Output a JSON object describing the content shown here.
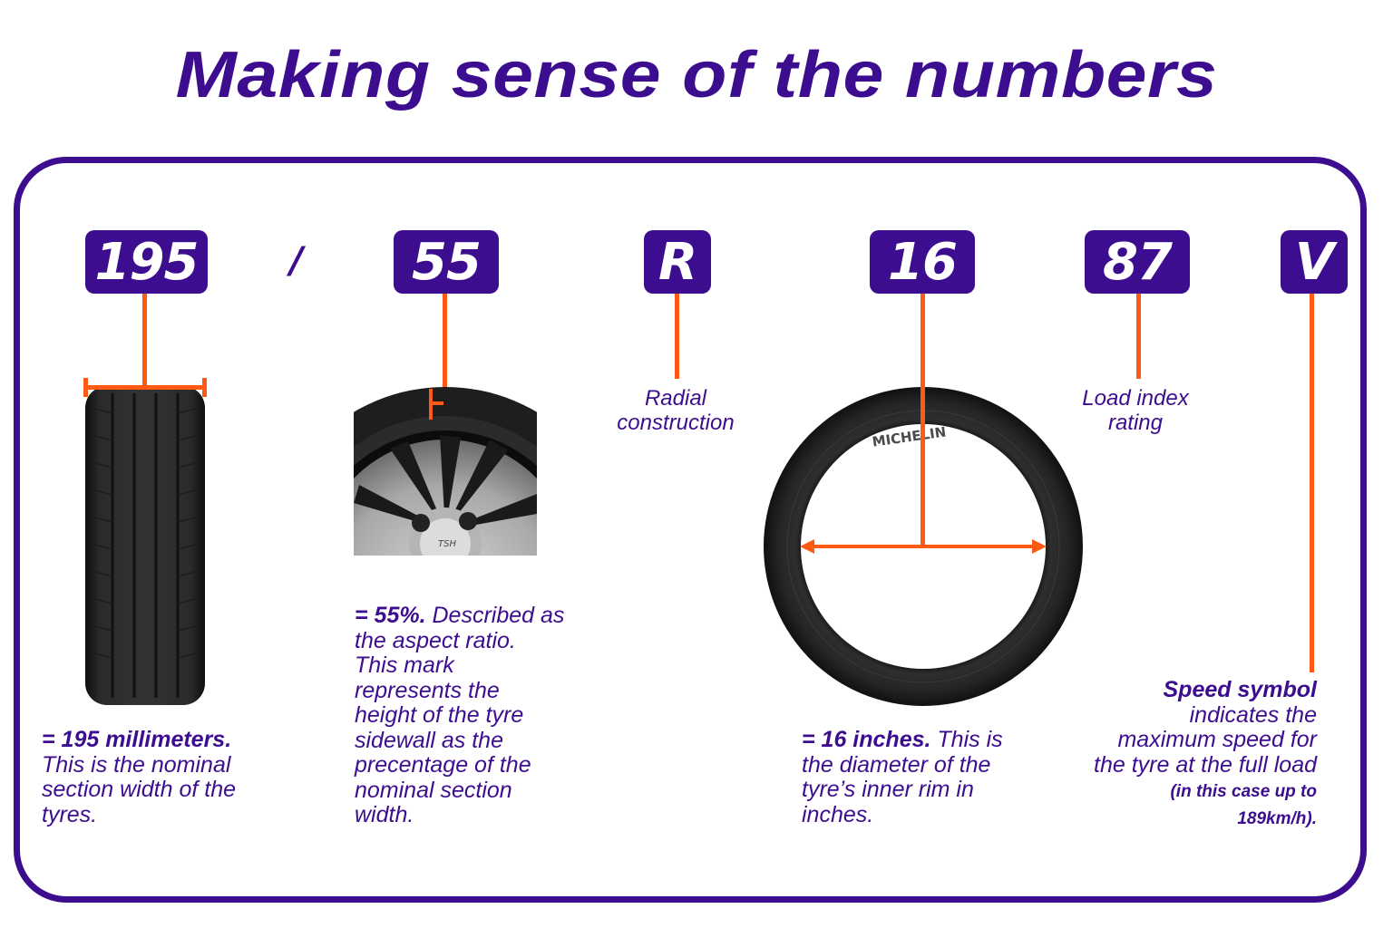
{
  "title": "Making sense of the numbers",
  "codes": {
    "width": "195",
    "slash": "/",
    "aspect": "55",
    "construction": "R",
    "rim": "16",
    "load": "87",
    "speed": "V"
  },
  "labels": {
    "radial_line1": "Radial",
    "radial_line2": "construction",
    "load_line1": "Load index",
    "load_line2": "rating"
  },
  "descriptions": {
    "width_lead": "= 195 millimeters.",
    "width_text": "This is the nominal section width of the tyres.",
    "aspect_lead": "= 55%.",
    "aspect_text": "Described as the aspect ratio. This mark represents the height of the tyre sidewall as the precentage of the nominal section width.",
    "rim_lead": "= 16 inches.",
    "rim_text": "This is the diameter of the tyre’s inner rim in inches.",
    "speed_lead": "Speed symbol",
    "speed_text": "indicates the maximum speed for the tyre at the full load",
    "speed_note": "(in this case up to 189km/h)."
  },
  "tyre_markings": {
    "brand": "MICHELIN",
    "hub_logo": "TSH"
  },
  "colors": {
    "brand_purple": "#3d0d8f",
    "accent_orange": "#ff5a14",
    "tyre_black": "#1c1c1c"
  }
}
